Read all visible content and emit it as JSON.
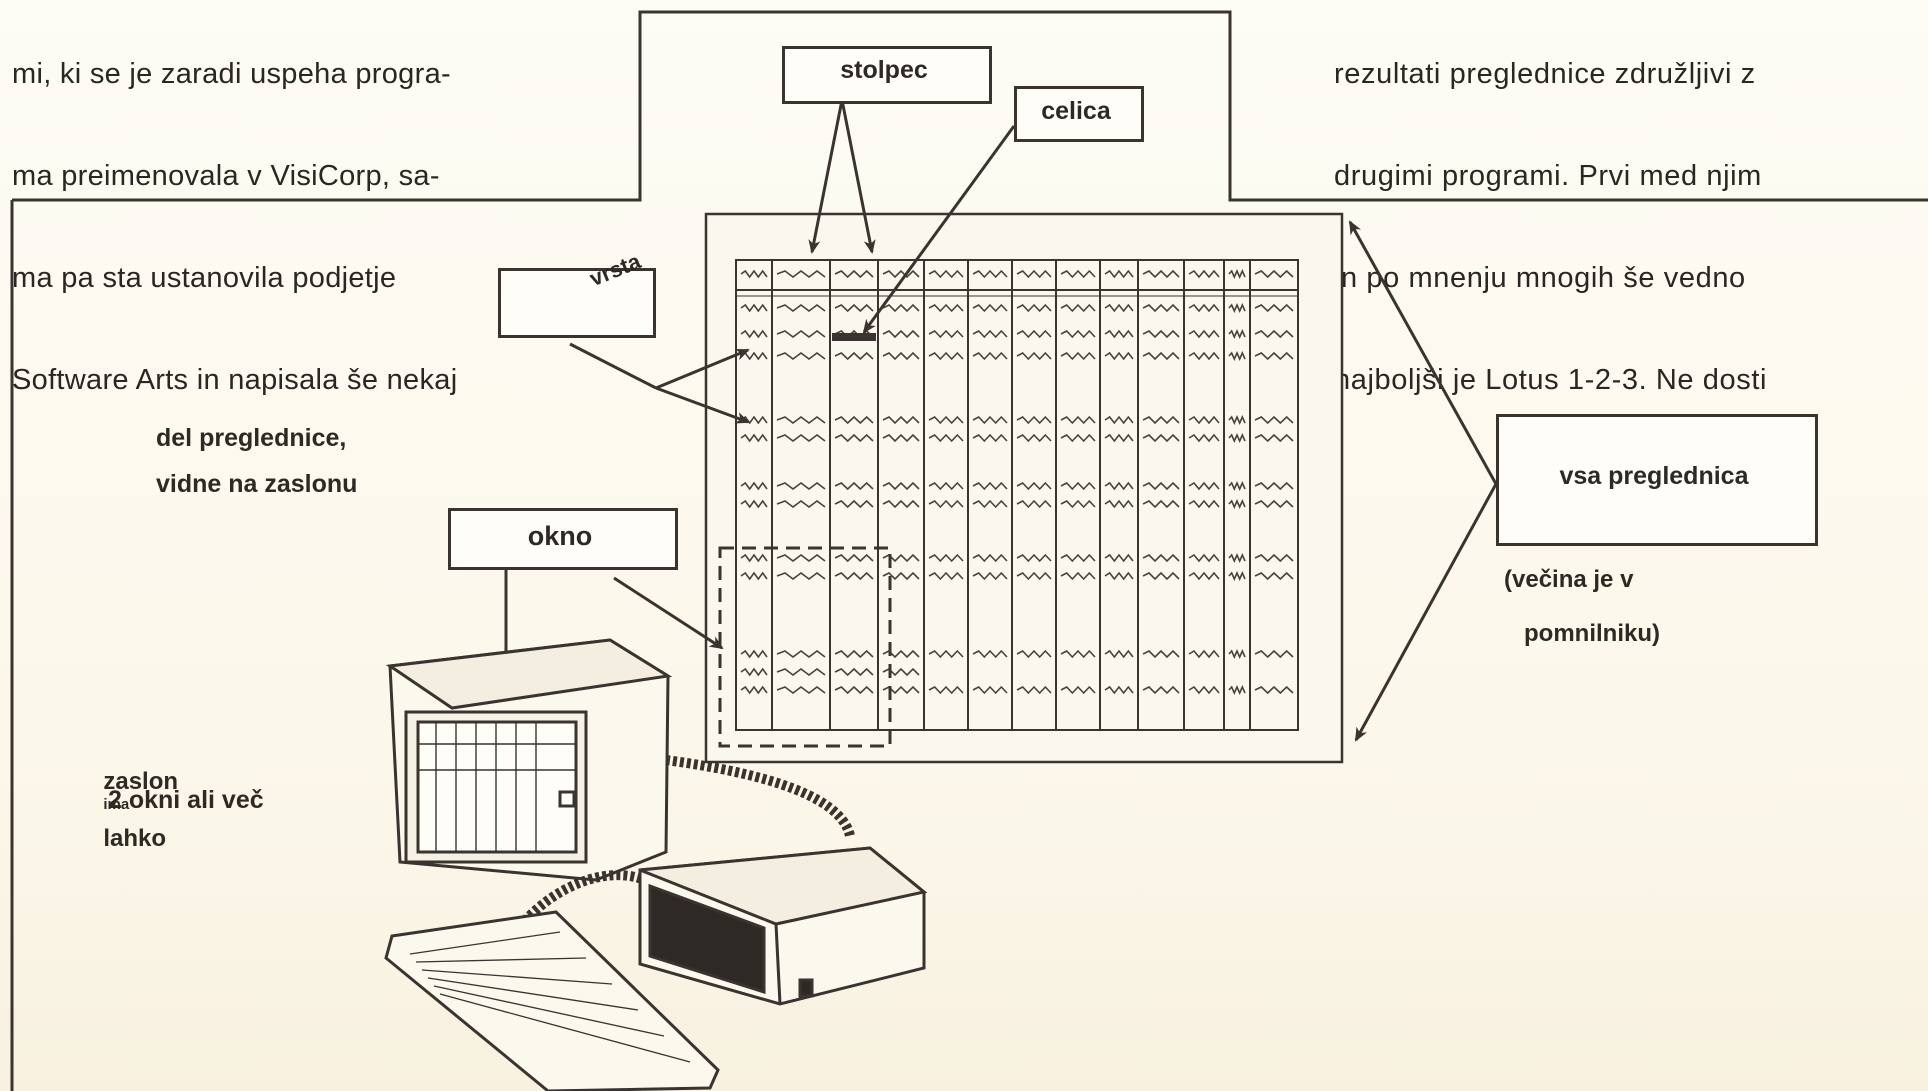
{
  "article": {
    "left_lines": [
      "mi, ki se je zaradi uspeha progra-",
      "ma preimenovala v VisiCorp, sa-",
      "ma pa sta ustanovila podjetje",
      "Software Arts in napisala še nekaj"
    ],
    "right_lines": [
      "rezultati preglednice združljivi z",
      "drugimi programi. Prvi med njim",
      "in po mnenju mnogih še vedno",
      "najboljši je Lotus 1-2-3. Ne dosti"
    ]
  },
  "diagram": {
    "stolpec": "stolpec",
    "celica": "celica",
    "vrsta": "vrsta",
    "okno": "okno",
    "del_line1": "del preglednice,",
    "del_line2": "vidne na zaslonu",
    "vsa": "vsa preglednica",
    "vecina_line1": "(večina je v",
    "vecina_line2": "pomnilniku)",
    "zaslon_line1a": "zaslon",
    "zaslon_line1b": "ima",
    "zaslon_line1c": "lahko",
    "zaslon_line2": "2 okni ali več"
  },
  "colors": {
    "ink": "#2f2926",
    "paper": "#fdfbf2",
    "line": "#3a3330"
  }
}
